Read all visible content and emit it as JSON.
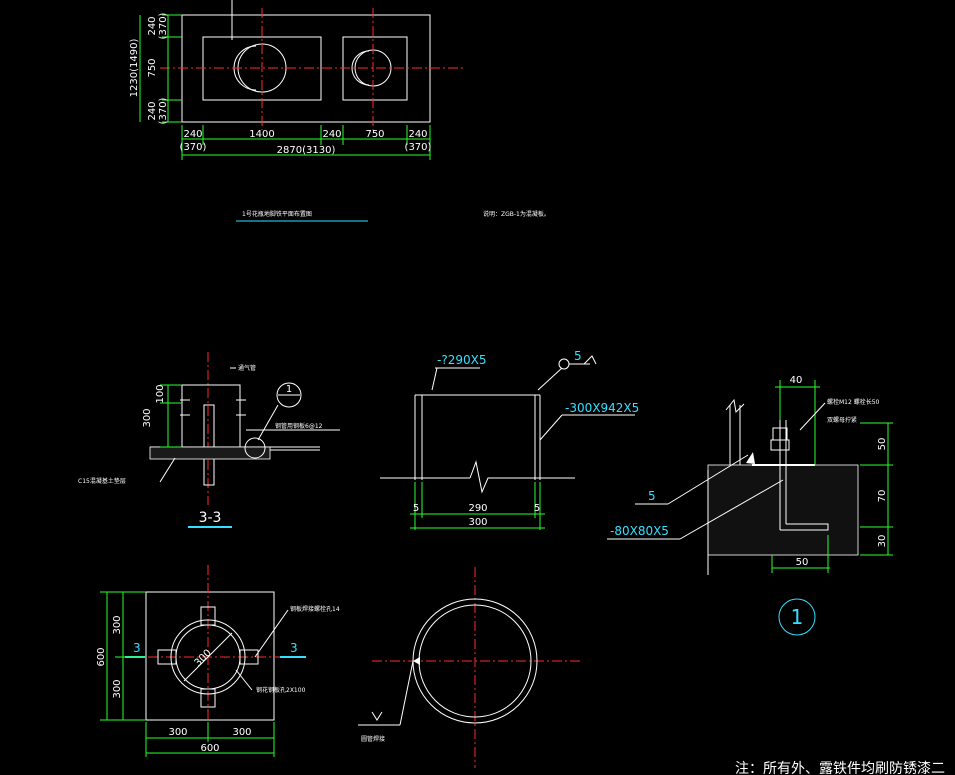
{
  "plan": {
    "dims_left": [
      "240",
      "(370)",
      "750",
      "240",
      "(370)",
      "1230(1490)"
    ],
    "dims_bottom": [
      "240",
      "(370)",
      "1400",
      "240",
      "750",
      "240",
      "(370)",
      "2870(3130)"
    ],
    "caption": "1号花瓶地脚铁平面布置图",
    "caption_note": "说明：ZGB-1为混凝板。"
  },
  "section33": {
    "label_top": "通气管",
    "dim_100": "100",
    "dim_300": "300",
    "callout_ref": "1",
    "steel_label": "钢管用钢板6@12",
    "base_label": "C15混凝基土垫层",
    "title": "3-3"
  },
  "elevation": {
    "top_plate": "-?290X5",
    "weld_size": "5",
    "side_plate": "-300X942X5",
    "dim_5a": "5",
    "dim_290": "290",
    "dim_5b": "5",
    "dim_300": "300"
  },
  "detail1": {
    "dim_40": "40",
    "bolt_label": "螺栓M12 螺栓长50",
    "nut_label": "双螺母拧紧",
    "dim_50_right": "50",
    "dim_70": "70",
    "dim_30": "30",
    "dim_50_bottom": "50",
    "weld_5": "5",
    "angle": "-80X80X5",
    "ref": "1"
  },
  "plan_base": {
    "dim_300_top": "300",
    "dim_300_bot": "300",
    "dim_600_left": "600",
    "dim_300_a": "300",
    "dim_300_b": "300",
    "dim_600_bottom": "600",
    "diameter": "300",
    "section_left": "3",
    "section_right": "3",
    "label_plate": "钢板焊接螺栓孔14",
    "label_hole": "钢花钢板孔2X100"
  },
  "ring": {
    "label": "圆管焊接"
  },
  "footer_note": "注：所有外、露铁件均刷防锈漆二"
}
